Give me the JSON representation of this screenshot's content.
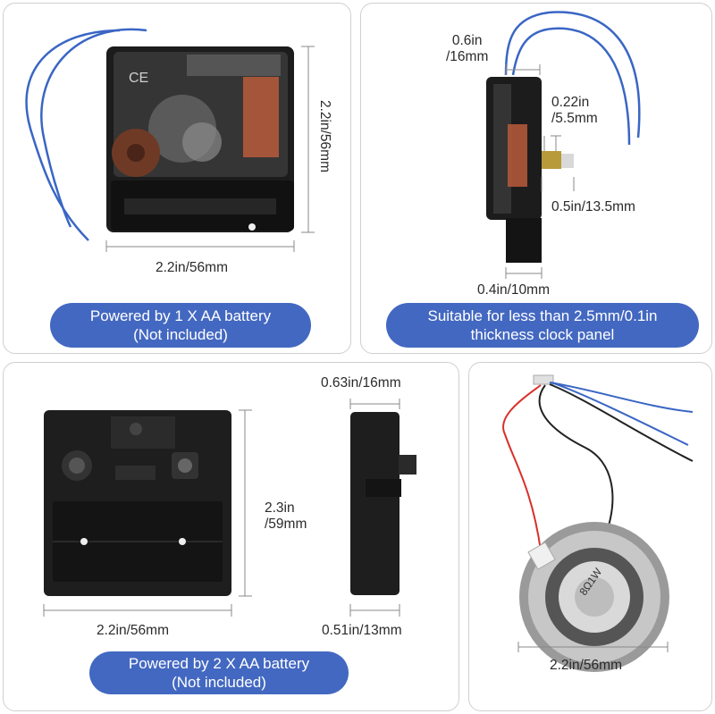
{
  "panels": {
    "p1": {
      "dim_width": "2.2in/56mm",
      "dim_height": "2.2in/56mm",
      "badge_line1": "Powered by 1 X AA battery",
      "badge_line2": "(Not included)"
    },
    "p2": {
      "dim_top_line1": "0.6in",
      "dim_top_line2": "/16mm",
      "dim_shaft_line1": "0.22in",
      "dim_shaft_line2": "/5.5mm",
      "dim_shaft_length": "0.5in/13.5mm",
      "dim_depth": "0.4in/10mm",
      "badge_line1": "Suitable for less than 2.5mm/0.1in",
      "badge_line2": "thickness clock panel"
    },
    "p3": {
      "dim_top": "0.63in/16mm",
      "dim_height_line1": "2.3in",
      "dim_height_line2": "/59mm",
      "dim_width": "2.2in/56mm",
      "dim_depth": "0.51in/13mm",
      "badge_line1": "Powered by 2 X AA battery",
      "badge_line2": "(Not included)"
    },
    "p4": {
      "dim_width": "2.2in/56mm",
      "speaker_label": "8Ω1W"
    }
  },
  "colors": {
    "badge": "#4368c1",
    "wire_blue": "#3a66c4",
    "wire_red": "#d8302c",
    "movement": "#1c1c1c"
  }
}
